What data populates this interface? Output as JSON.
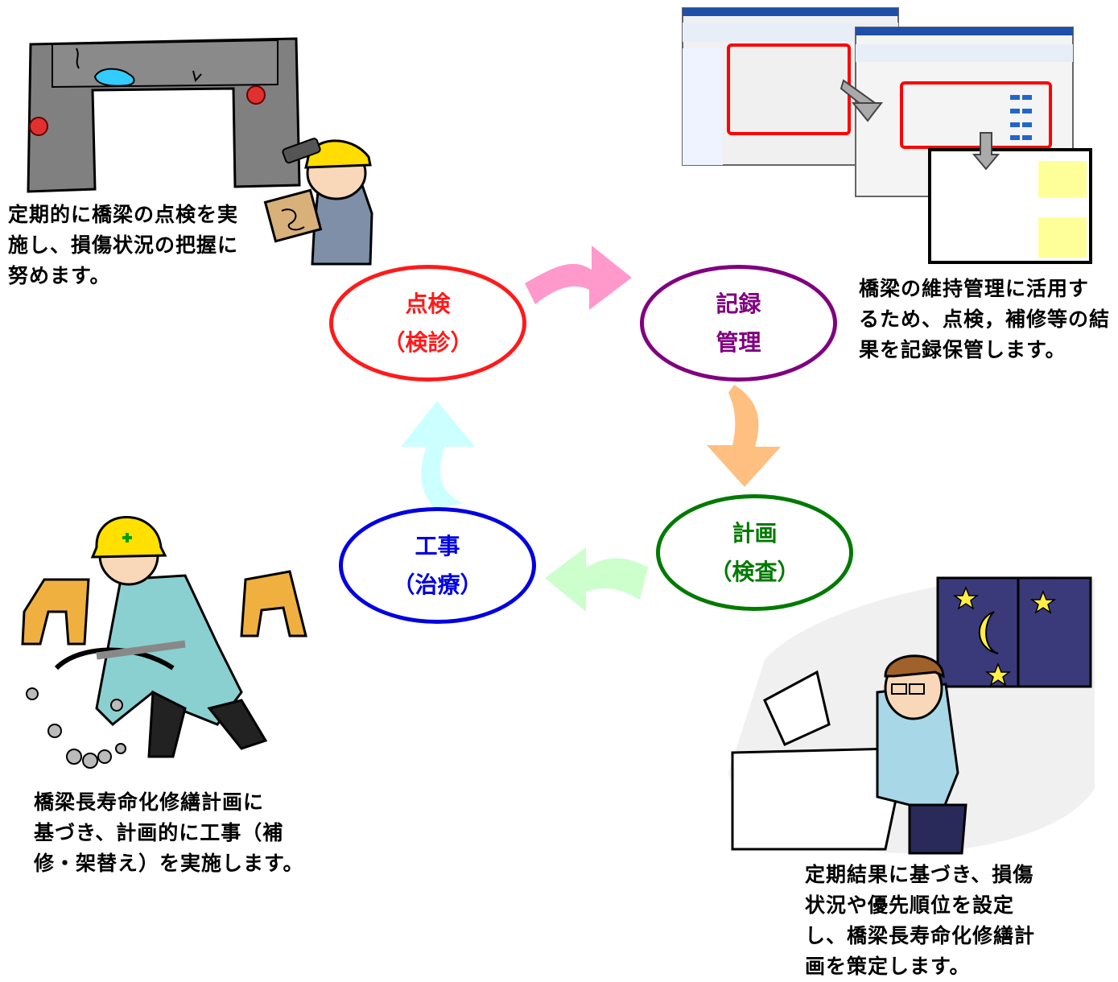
{
  "nodes": [
    {
      "line1": "点検",
      "line2": "（検診）",
      "color": "#ff1a1a"
    },
    {
      "line1": "記録",
      "line2": "管理",
      "color": "#800080"
    },
    {
      "line1": "計画",
      "line2": "（検査）",
      "color": "#007a00"
    },
    {
      "line1": "工事",
      "line2": "（治療）",
      "color": "#0000e0"
    }
  ],
  "descriptions": {
    "inspection": [
      "定期的に橋梁の点検を実",
      "施し、損傷状況の把握に",
      "努めます。"
    ],
    "record": [
      "橋梁の維持管理に活用す",
      "るため、点検，補修等の結",
      "果を記録保管します。"
    ],
    "plan": [
      "定期結果に基づき、損傷",
      "状況や優先順位を設定",
      "し、橋梁長寿命化修繕計",
      "画を策定します。"
    ],
    "construction": [
      "橋梁長寿命化修繕計画に",
      "基づき、計画的に工事（補",
      "修・架替え）を実施します。"
    ]
  },
  "arrow_colors": {
    "top": "#ff99cc",
    "right": "#ffbf80",
    "bottom": "#ccffcc",
    "left": "#ccffff"
  }
}
